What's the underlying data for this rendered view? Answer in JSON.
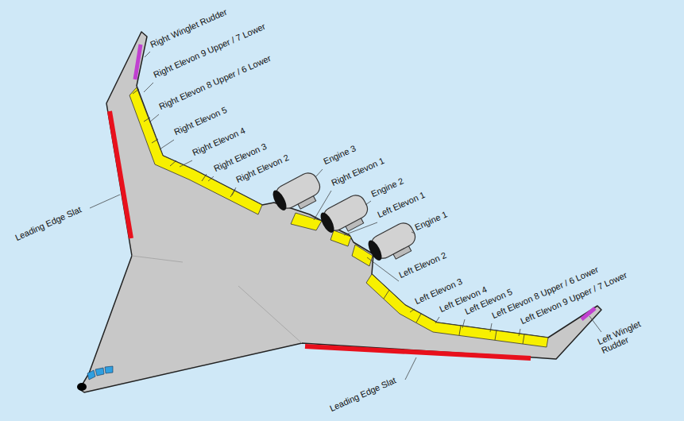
{
  "diagram": {
    "labels": [
      "Right Winglet Rudder",
      "Right Elevon 9 Upper / 7 Lower",
      "Right Elevon 8 Upper / 6 Lower",
      "Right Elevon 5",
      "Right Elevon 4",
      "Right Elevon 3",
      "Right Elevon 2",
      "Engine 3",
      "Right Elevon 1",
      "Engine 2",
      "Left Elevon 1",
      "Engine 1",
      "Left Elevon 2",
      "Left Elevon 3",
      "Left Elevon 4",
      "Left Elevon 5",
      "Left Elevon 8 Upper / 6 Lower",
      "Left Elevon 9 Upper / 7 Lower",
      "Left Winglet Rudder",
      "Leading Edge Slat",
      "Leading Edge Slat"
    ]
  }
}
